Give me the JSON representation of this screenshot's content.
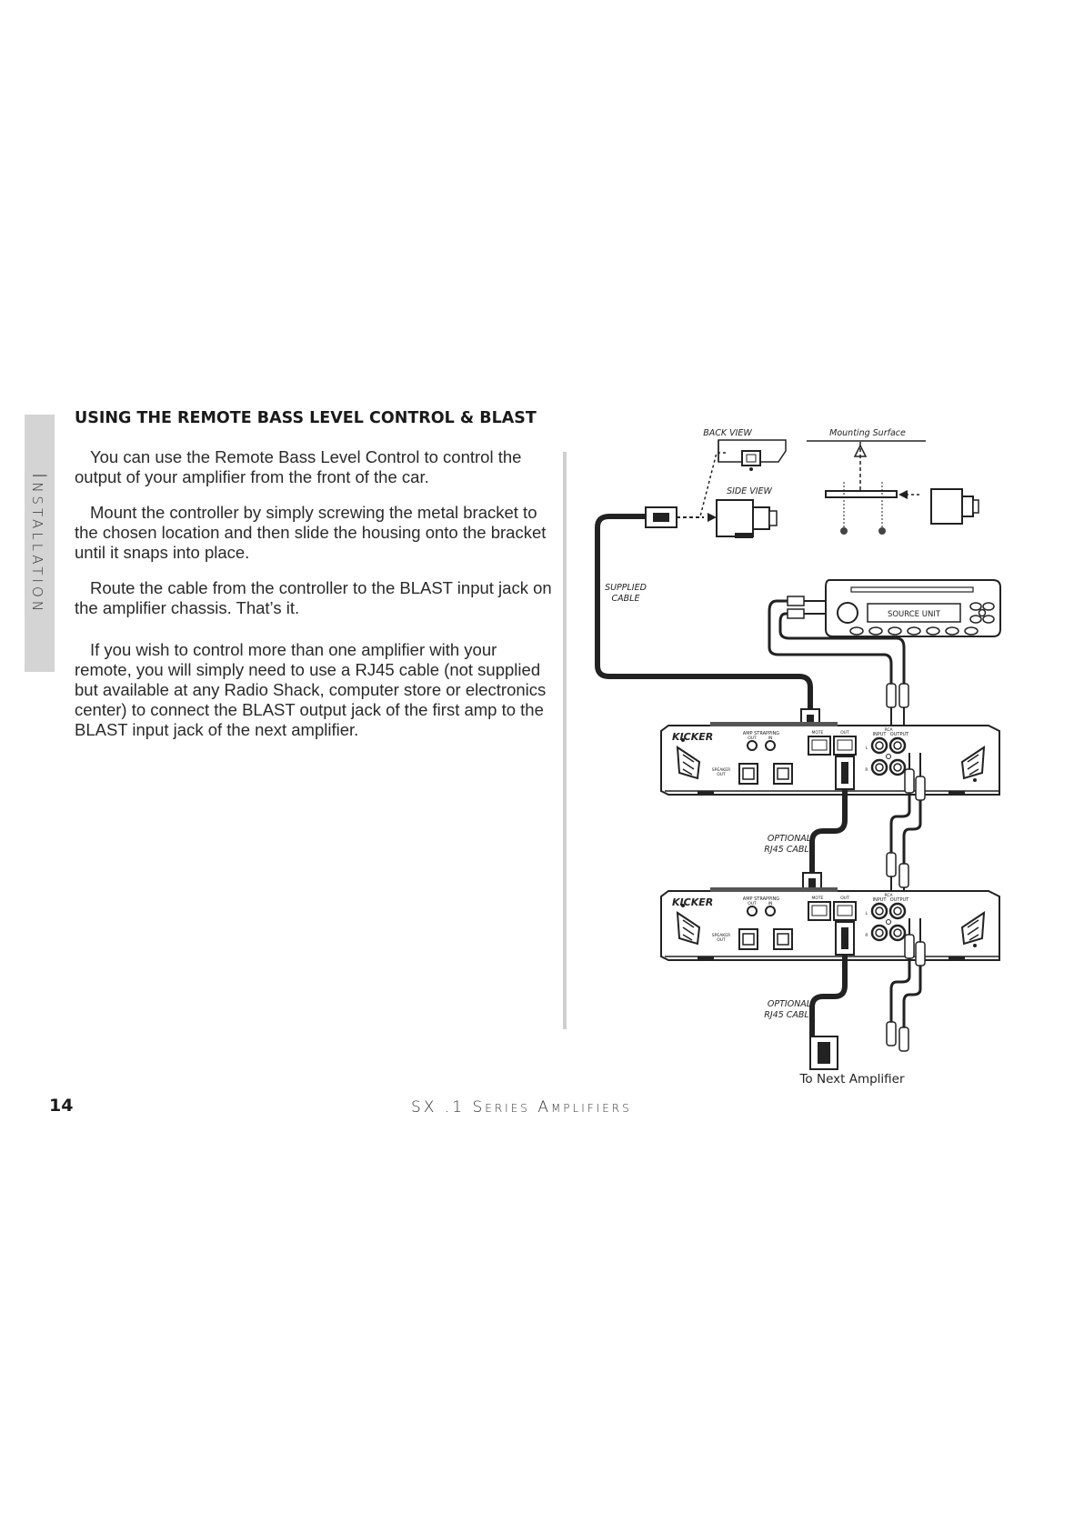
{
  "side_tab": {
    "label": "Installation"
  },
  "heading": "USING THE REMOTE BASS LEVEL CONTROL & BLAST",
  "paragraphs": [
    "You can use the Remote Bass Level Control to control the output of your amplifier from the front of the car.",
    "Mount the controller by simply screwing the metal bracket to the chosen location and then slide the housing onto the bracket until it snaps into place.",
    "Route the cable from the controller to the BLAST input jack on the amplifier chassis. That’s it.",
    "If you wish to control more than one amplifier with your remote, you will simply need to use a RJ45 cable (not supplied but available at any Radio Shack, computer store or electronics center) to connect the BLAST output jack of the first amp to the BLAST input jack of the next amplifier."
  ],
  "diagram": {
    "back_view": "BACK VIEW",
    "side_view": "SIDE VIEW",
    "mounting_surface": "Mounting Surface",
    "supplied_cable_1": "SUPPLIED",
    "supplied_cable_2": "CABLE",
    "source_unit": "SOURCE   UNIT",
    "optional_1": "OPTIONAL",
    "optional_2": "RJ45 CABLE",
    "to_next": "To Next Amplifier",
    "amp": {
      "brand": "KICKER",
      "amp_strapping": "AMP STRAPPING",
      "out": "OUT",
      "in": "IN",
      "speaker": "SPEAKER",
      "speaker_out": "OUT",
      "remote": "MOTE",
      "remote_out": "OUT",
      "rca": "RCA",
      "input": "INPUT",
      "output": "OUTPUT",
      "l": "L",
      "r": "R"
    }
  },
  "footer": {
    "page_number": "14",
    "title": "SX .1 Series Amplifiers"
  }
}
